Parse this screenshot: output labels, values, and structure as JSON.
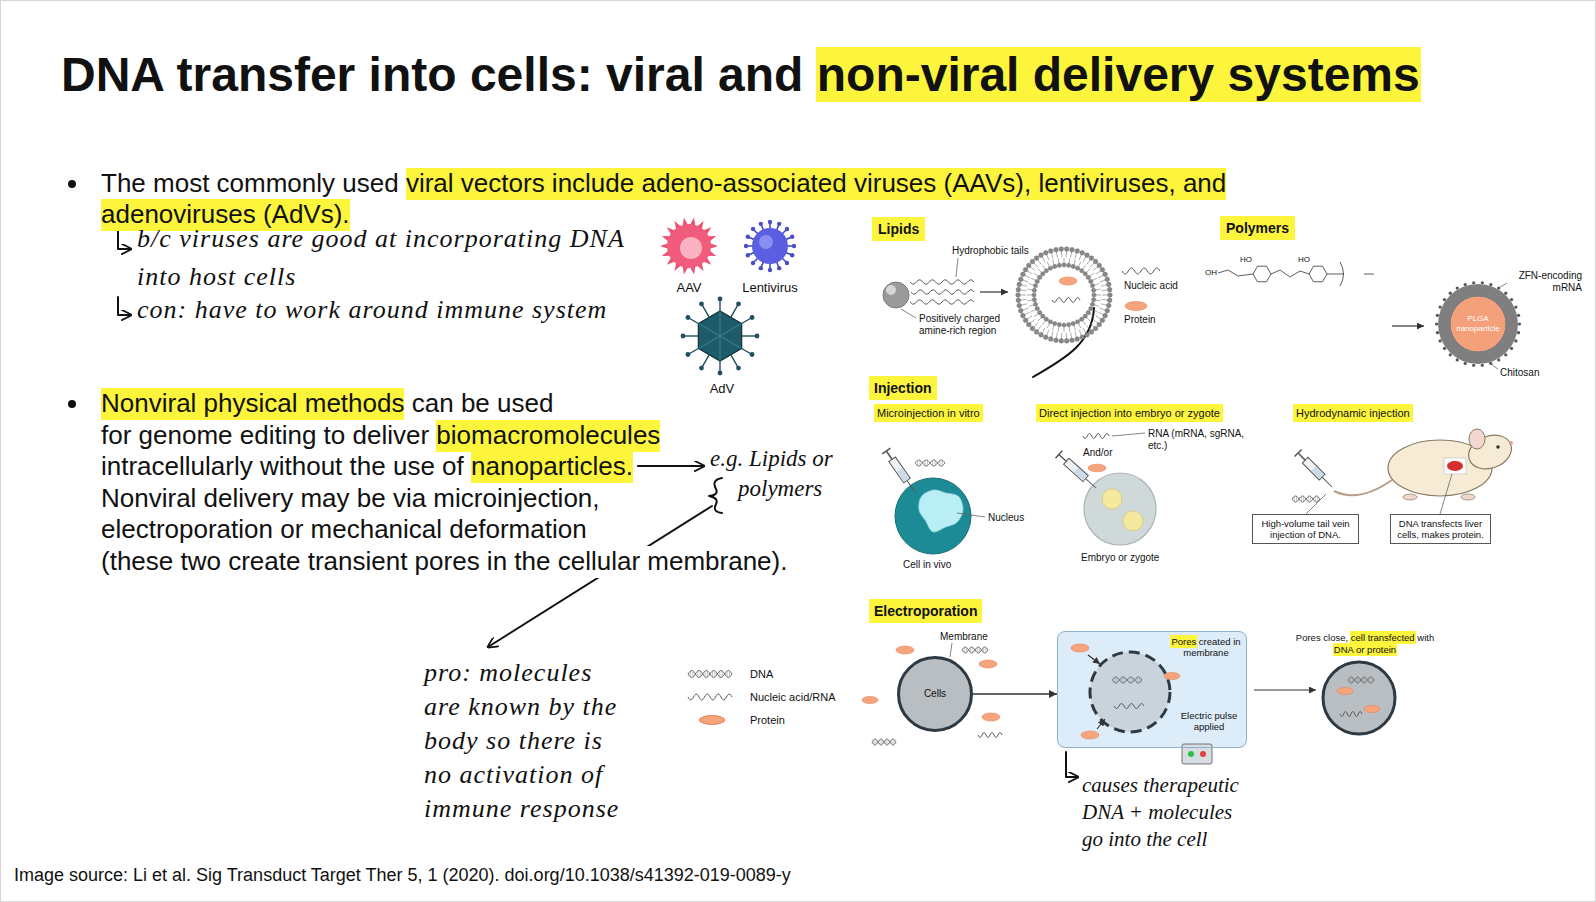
{
  "diagram": {
    "title": "DNA transfer into cells: viral and non-viral delivery systems",
    "caption": "Image source: Li et al. Sig Transduct Target Ther 5, 1 (2020). doi.org/10.1038/s41392-019-0089-y",
    "nodes": [
      {
        "text": [
          "PLGA nanoparticle"
        ]
      },
      {
        "text": [
          "High-volume tail vein injection of DNA."
        ]
      },
      {
        "text": [
          "DNA transfects liver cells, makes protein."
        ]
      },
      {
        "text": [
          "Cells"
        ]
      },
      {
        "text": [
          "Pores created in membrane",
          "Electric pulse applied"
        ]
      }
    ],
    "edges": [
      {
        "from": 3,
        "to": 4,
        "arrow": "to"
      }
    ],
    "labels": [
      "The most commonly used",
      "viral vectors include adeno-associated viruses (AAVs), lentiviruses, and",
      "adenoviruses (AdVs).",
      "b/c viruses are good at incorporating DNA into host cells",
      "con: have to work around immune system",
      "AAV",
      "Lentivirus",
      "AdV",
      "Nonviral physical methods",
      "can be used",
      "for genome editing to deliver",
      "biomacromolecules",
      "intracellularly without the use of",
      "nanoparticles.",
      "Nonviral delivery may be via microinjection,",
      "electroporation or mechanical deformation",
      "(these two create transient pores in the cellular membrane).",
      "e.g. Lipids or polymers",
      "pro: molecules are known by the body so there is no activation of immune response",
      "Lipids",
      "Hydrophobic tails",
      "Positively charged amine-rich region",
      "Nucleic acid",
      "Protein",
      "Polymers",
      "OH",
      "HO",
      "HO",
      "ZFN-encoding mRNA",
      "Chitosan",
      "Injection",
      "Microinjection in vitro",
      "Direct injection into embryo or zygote",
      "Hydrodynamic injection",
      "Nucleus",
      "Cell in vivo",
      "RNA (mRNA, sgRNA, etc.)",
      "And/or",
      "Embryo or zygote",
      "Electroporation",
      "Membrane",
      "Pores close, cell transfected with DNA or protein",
      "causes therapeutic DNA + molecules go into the cell"
    ],
    "legend": [
      {
        "text": "DNA"
      },
      {
        "text": "Nucleic acid/RNA"
      },
      {
        "text": "Protein",
        "color": "#f6a47c"
      }
    ]
  }
}
